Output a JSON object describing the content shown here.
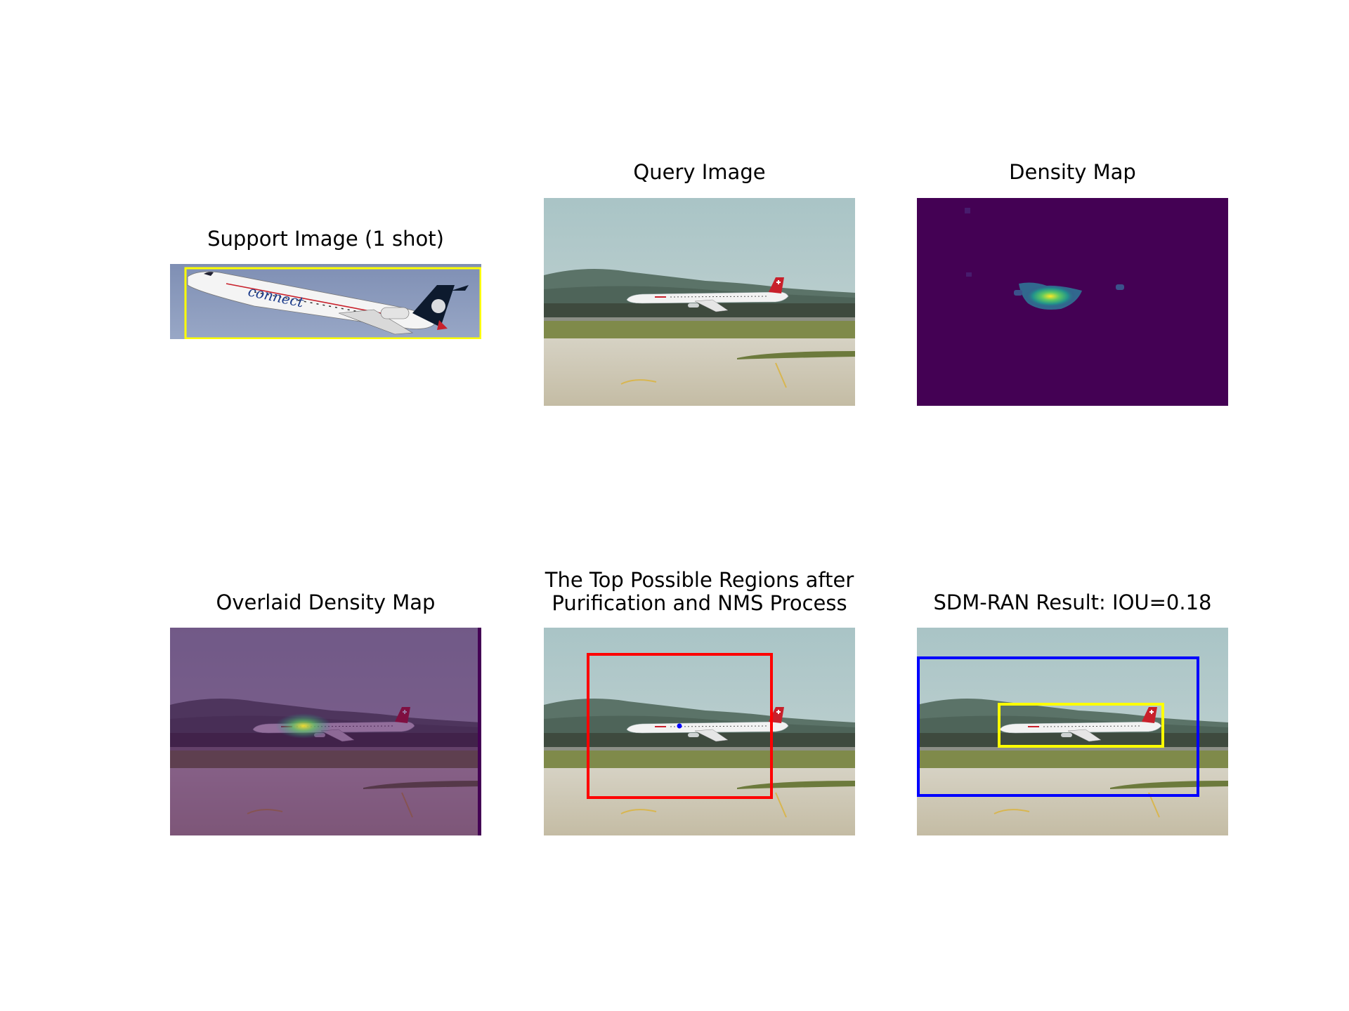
{
  "figure": {
    "panels": [
      {
        "title": "Support Image (1 shot)"
      },
      {
        "title": "Query Image"
      },
      {
        "title": "Density Map"
      },
      {
        "title": "Overlaid Density Map"
      },
      {
        "title": "The Top Possible Regions after\nPurification and NMS Process"
      },
      {
        "title": "SDM-RAN Result: IOU=0.18"
      }
    ],
    "support_livery_text": "connect",
    "colors": {
      "exemplar_box": "#ffff00",
      "region_box": "#ff0000",
      "prediction_box": "#0000ff",
      "ground_truth_box": "#ffff00",
      "density_background": "#440154"
    }
  }
}
